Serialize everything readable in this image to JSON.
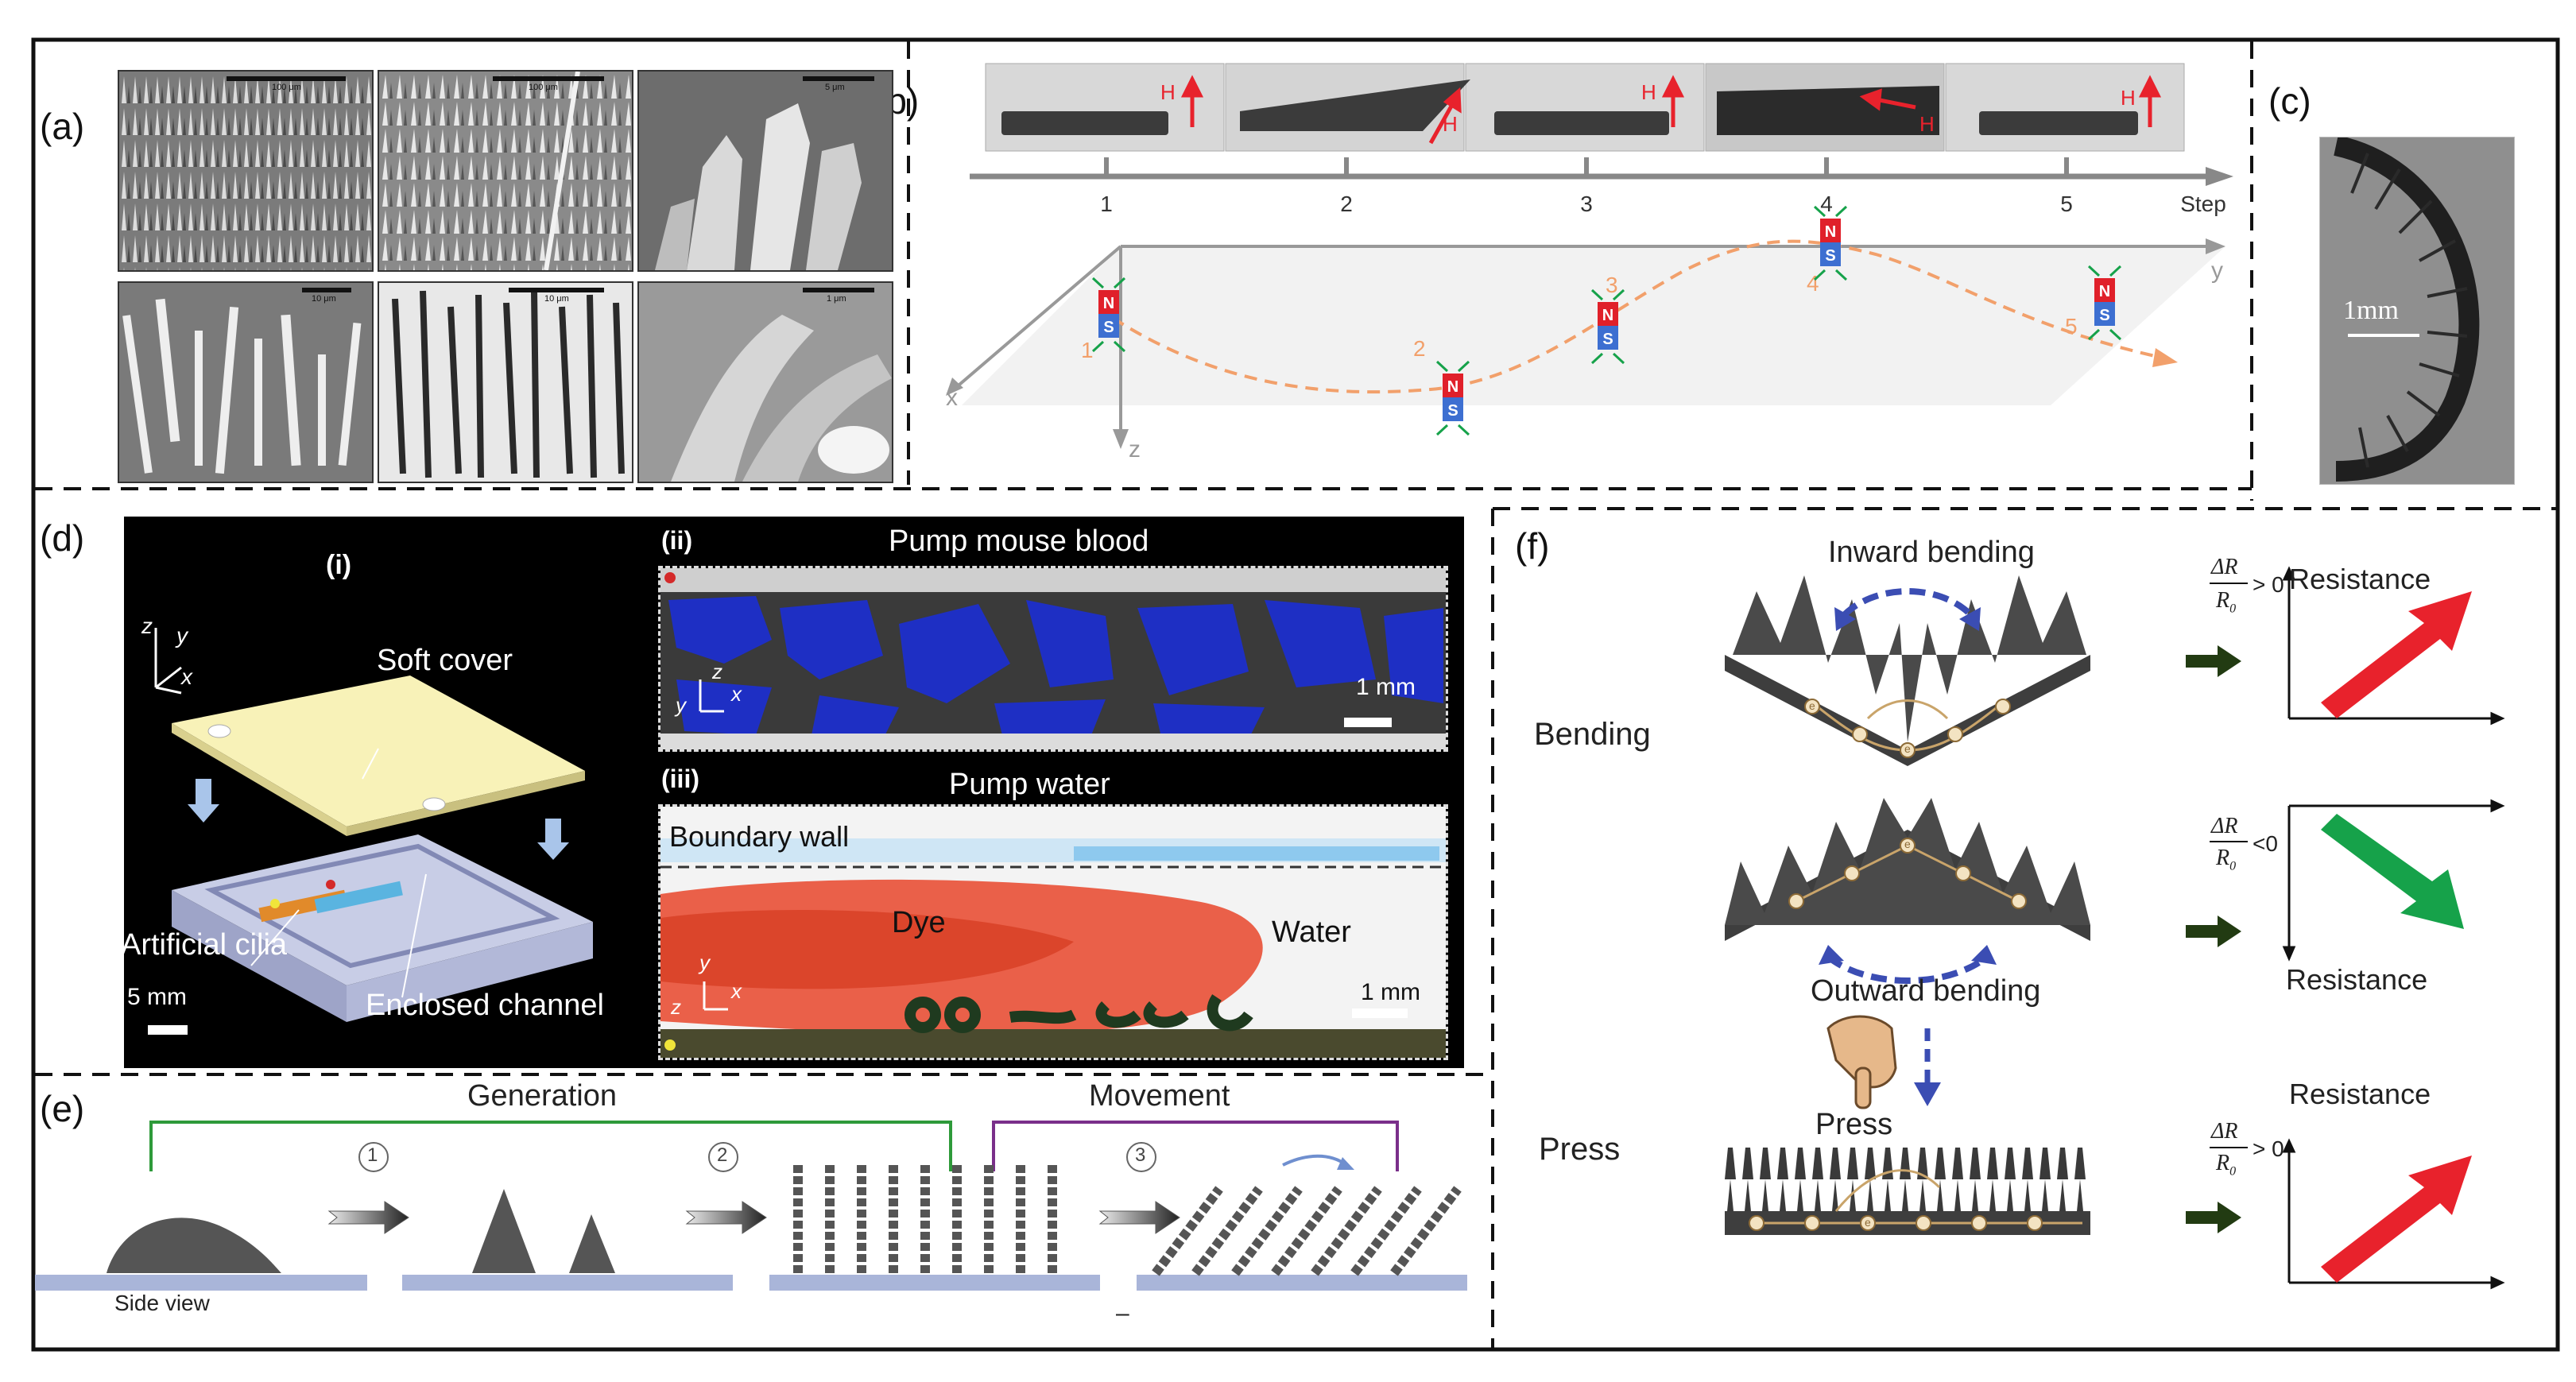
{
  "panels": {
    "a": "(a)",
    "b": "(b)",
    "c": "(c)",
    "d": "(d)",
    "e": "(e)",
    "f": "(f)"
  },
  "a": {
    "scales": [
      "100 μm",
      "100 μm",
      "5 μm",
      "10 μm",
      "10 μm",
      "1 μm"
    ]
  },
  "b": {
    "field": "H",
    "steps": [
      "1",
      "2",
      "3",
      "4",
      "5"
    ],
    "step_axis": "Step",
    "axes": {
      "x": "x",
      "y": "y",
      "z": "z"
    },
    "positions": [
      "1",
      "2",
      "3",
      "4",
      "5"
    ],
    "magnet_n": "N",
    "magnet_s": "S"
  },
  "c": {
    "scale": "1mm"
  },
  "d": {
    "sub_i": "(i)",
    "sub_ii": "(ii)",
    "sub_iii": "(iii)",
    "soft_cover": "Soft cover",
    "artificial_cilia": "Artificial cilia",
    "enclosed_channel": "Enclosed channel",
    "scale_i": "5 mm",
    "pump_blood": "Pump mouse blood",
    "pump_water": "Pump water",
    "scale_ii": "1 mm",
    "scale_iii": "1 mm",
    "boundary_wall": "Boundary wall",
    "dye": "Dye",
    "water": "Water",
    "axes": {
      "x": "x",
      "y": "y",
      "z": "z"
    }
  },
  "e": {
    "generation": "Generation",
    "movement": "Movement",
    "step1": "1",
    "step2": "2",
    "step3": "3",
    "side_view": "Side view",
    "dash": "–"
  },
  "f": {
    "inward": "Inward bending",
    "outward": "Outward bending",
    "bending": "Bending",
    "press_row": "Press",
    "press_label": "Press",
    "resistance1": "Resistance",
    "resistance2": "Resistance",
    "resistance3": "Resistance",
    "dr": "ΔR",
    "r0": "R",
    "r0_sub": "0",
    "gt0": "> 0",
    "lt0": "<0",
    "electron": "e"
  },
  "colors": {
    "dye": "#e8452a",
    "magnet_n": "#e0202a",
    "magnet_s": "#3d6fd1",
    "blood": "#1e2fc4",
    "arrow_up": "#e8222c",
    "arrow_down": "#16a24a",
    "dark_arrow": "#223b12",
    "orange_path": "#f2a06b"
  }
}
